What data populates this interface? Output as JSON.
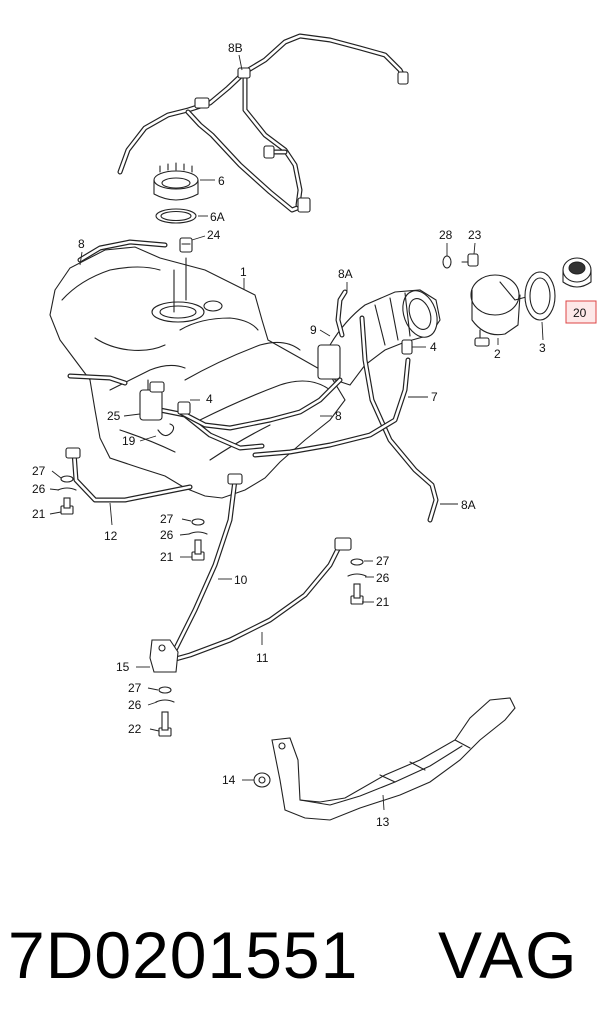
{
  "diagram": {
    "callouts": [
      {
        "id": "c-8B",
        "label": "8B"
      },
      {
        "id": "c-6",
        "label": "6"
      },
      {
        "id": "c-6A",
        "label": "6A"
      },
      {
        "id": "c-24",
        "label": "24"
      },
      {
        "id": "c-8-top",
        "label": "8"
      },
      {
        "id": "c-1",
        "label": "1"
      },
      {
        "id": "c-28",
        "label": "28"
      },
      {
        "id": "c-23",
        "label": "23"
      },
      {
        "id": "c-8A-top",
        "label": "8A"
      },
      {
        "id": "c-9",
        "label": "9"
      },
      {
        "id": "c-4-right",
        "label": "4"
      },
      {
        "id": "c-2",
        "label": "2"
      },
      {
        "id": "c-3",
        "label": "3"
      },
      {
        "id": "c-20",
        "label": "20"
      },
      {
        "id": "c-4-mid",
        "label": "4"
      },
      {
        "id": "c-25",
        "label": "25"
      },
      {
        "id": "c-8-mid",
        "label": "8"
      },
      {
        "id": "c-7",
        "label": "7"
      },
      {
        "id": "c-19",
        "label": "19"
      },
      {
        "id": "c-27-a",
        "label": "27"
      },
      {
        "id": "c-26-a",
        "label": "26"
      },
      {
        "id": "c-21-a",
        "label": "21"
      },
      {
        "id": "c-12",
        "label": "12"
      },
      {
        "id": "c-8A-bottom",
        "label": "8A"
      },
      {
        "id": "c-27-b",
        "label": "27"
      },
      {
        "id": "c-26-b",
        "label": "26"
      },
      {
        "id": "c-21-b",
        "label": "21"
      },
      {
        "id": "c-10",
        "label": "10"
      },
      {
        "id": "c-27-c",
        "label": "27"
      },
      {
        "id": "c-26-c",
        "label": "26"
      },
      {
        "id": "c-21-c",
        "label": "21"
      },
      {
        "id": "c-11",
        "label": "11"
      },
      {
        "id": "c-15",
        "label": "15"
      },
      {
        "id": "c-27-d",
        "label": "27"
      },
      {
        "id": "c-26-d",
        "label": "26"
      },
      {
        "id": "c-22",
        "label": "22"
      },
      {
        "id": "c-14",
        "label": "14"
      },
      {
        "id": "c-13",
        "label": "13"
      }
    ],
    "highlight_color": "#d44444"
  },
  "footer": {
    "part_number": "7D0201551",
    "brand": "VAG"
  }
}
